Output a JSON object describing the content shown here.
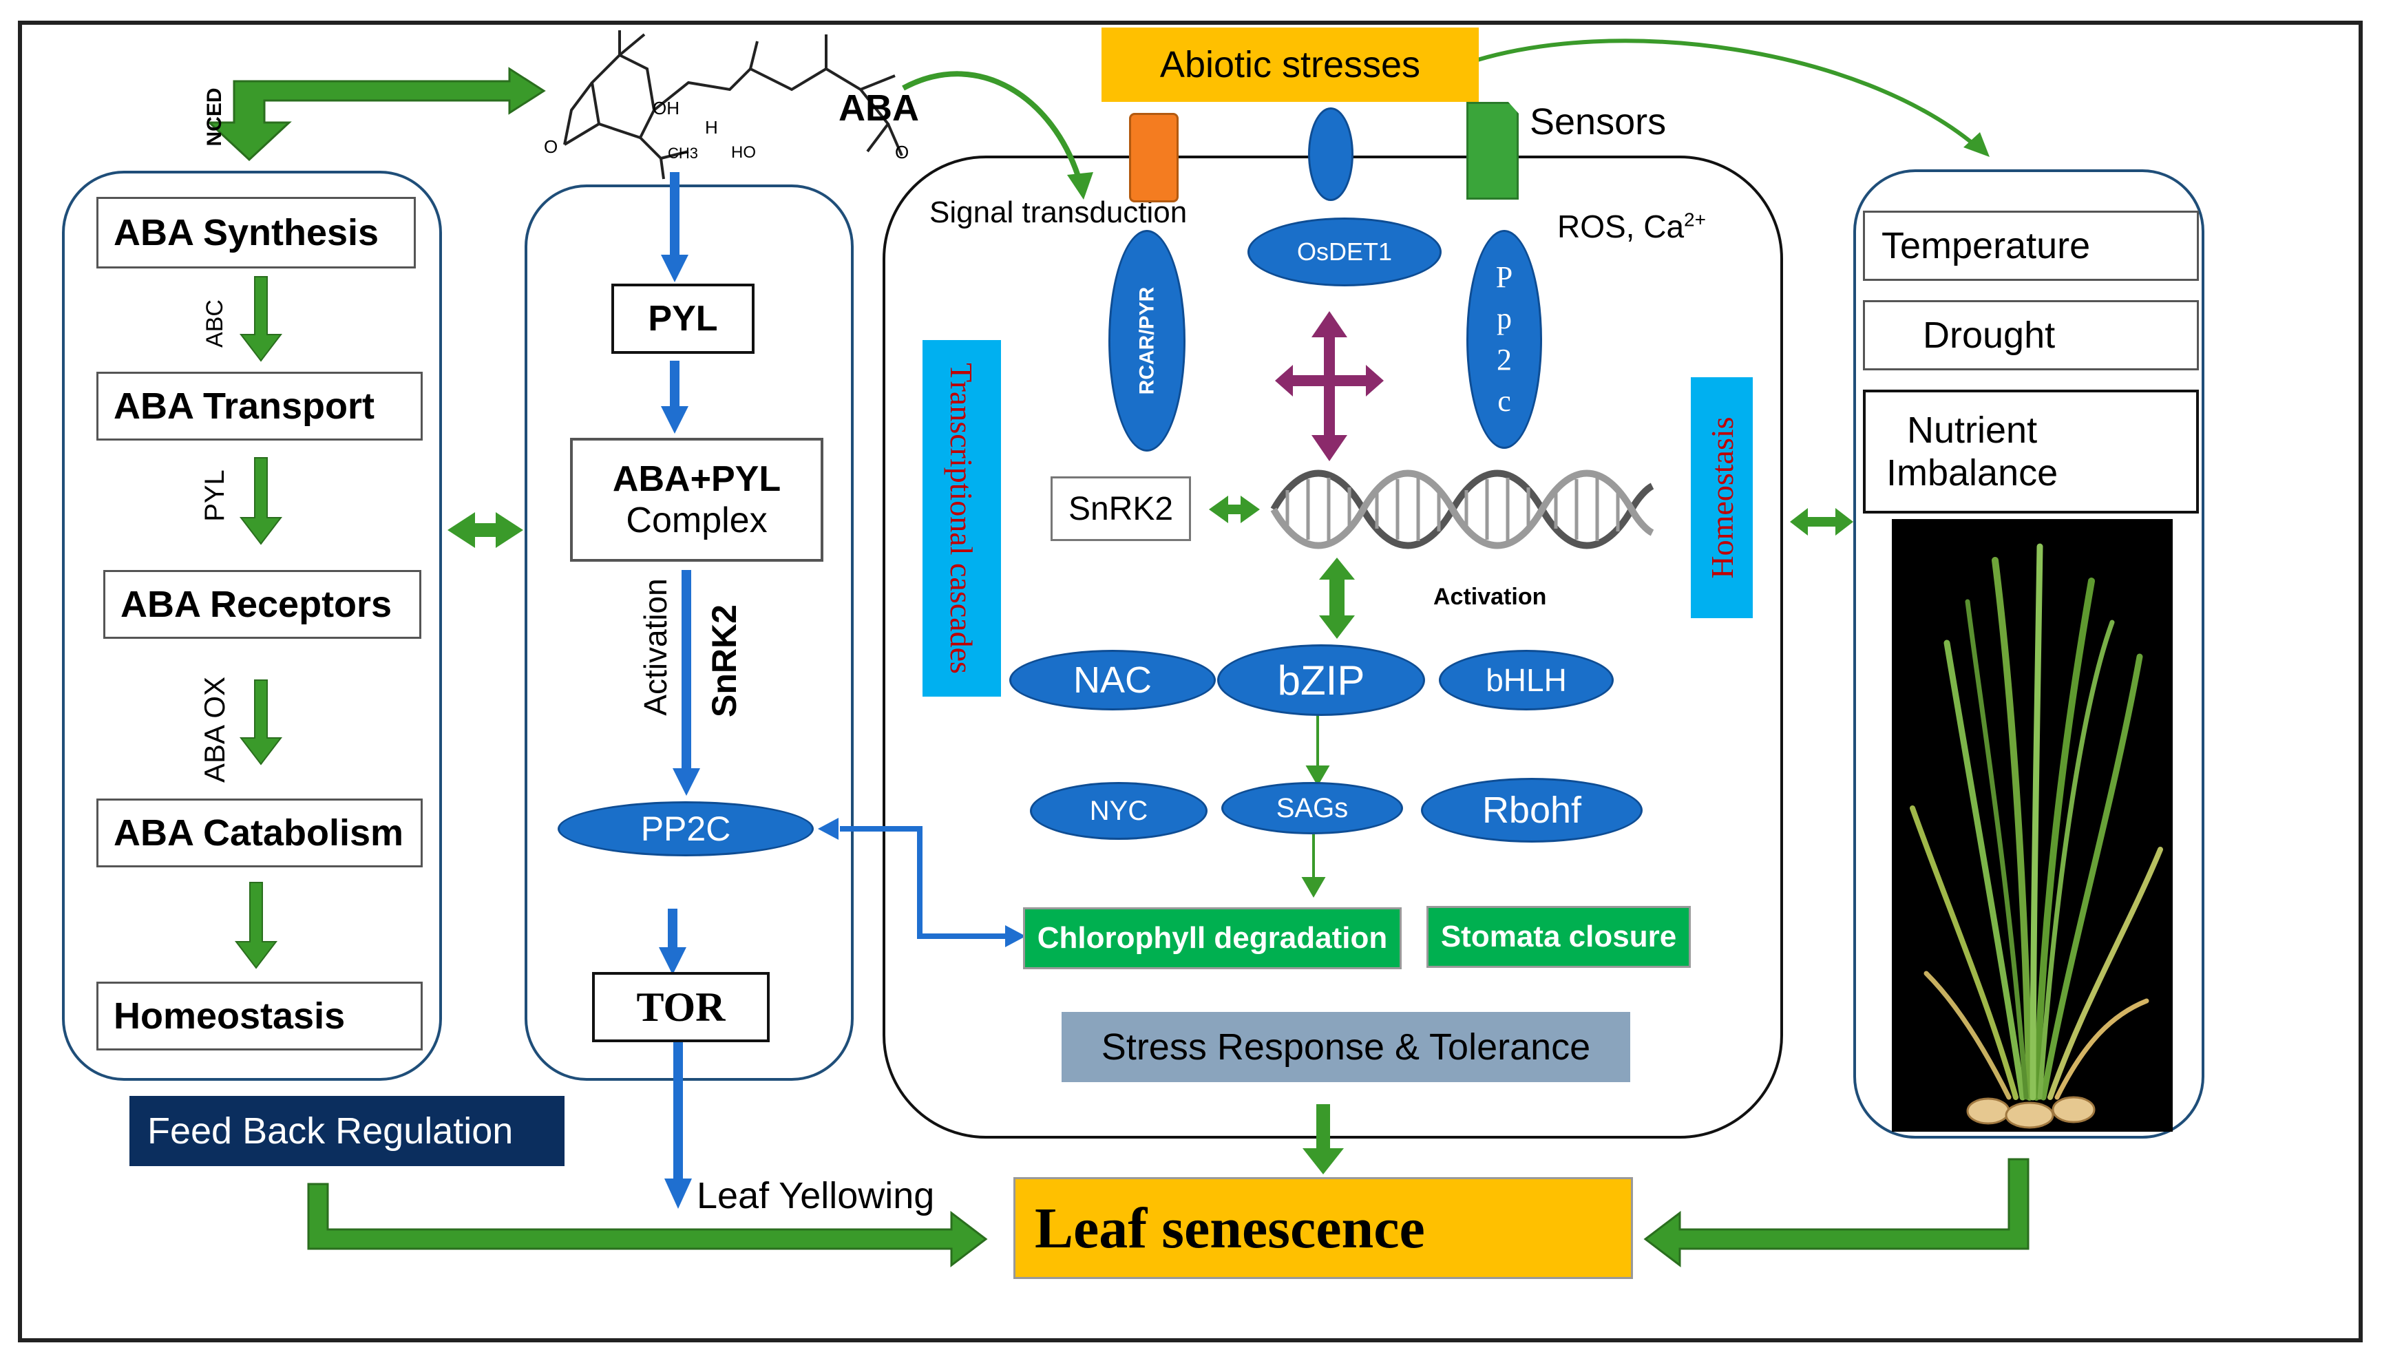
{
  "top": {
    "nced": "NCED",
    "aba": "ABA",
    "abiotic_stresses": "Abiotic stresses",
    "sensors": "Sensors",
    "signal_transduction": "Signal transduction",
    "ros": "ROS, Ca",
    "ros_sup": "2+",
    "molecule_labels": [
      "OH",
      "H",
      "CH3",
      "O",
      "HO",
      "O"
    ]
  },
  "left_panel": {
    "boxes": [
      "ABA Synthesis",
      "ABA Transport",
      "ABA Receptors",
      "ABA Catabolism",
      "Homeostasis"
    ],
    "arrow_labels": [
      "ABC",
      "PYL",
      "ABA OX"
    ],
    "feedback": "Feed Back Regulation"
  },
  "middle_panel": {
    "pyl": "PYL",
    "complex_line1": "ABA+PYL",
    "complex_line2": "Complex",
    "activation": "Activation",
    "snrk2": "SnRK2",
    "pp2c": "PP2C",
    "tor": "TOR",
    "leaf_yellowing": "Leaf Yellowing"
  },
  "center_panel": {
    "rcar": "RCAR/PYR",
    "osdet1": "OsDET1",
    "pp2c_vertical": [
      "P",
      "p",
      "2",
      "c"
    ],
    "transcriptional": "Transcriptional cascades",
    "homeostasis": "Homeostasis",
    "snrk2": "SnRK2",
    "activation": "Activation",
    "tf_row1": [
      "NAC",
      "bZIP",
      "bHLH"
    ],
    "tf_row2": [
      "NYC",
      "SAGs",
      "Rbohf"
    ],
    "chlorophyll": "Chlorophyll degradation",
    "stomata": "Stomata closure",
    "stress_response": "Stress Response & Tolerance"
  },
  "right_panel": {
    "temperature": "Temperature",
    "drought": "Drought",
    "nutrient_line1": "Nutrient",
    "nutrient_line2": "Imbalance"
  },
  "leaf_senescence": "Leaf senescence",
  "colors": {
    "panel_border": "#1f4e79",
    "green_arrow": "#3a9a2a",
    "blue_arrow": "#1f6fd0",
    "ellipse": "#1a6fc9",
    "orange": "#ffc000",
    "navy": "#0b2e5e",
    "cyan": "#00b0f0",
    "slate": "#8aa4bd",
    "purple": "#8b2a6b"
  }
}
